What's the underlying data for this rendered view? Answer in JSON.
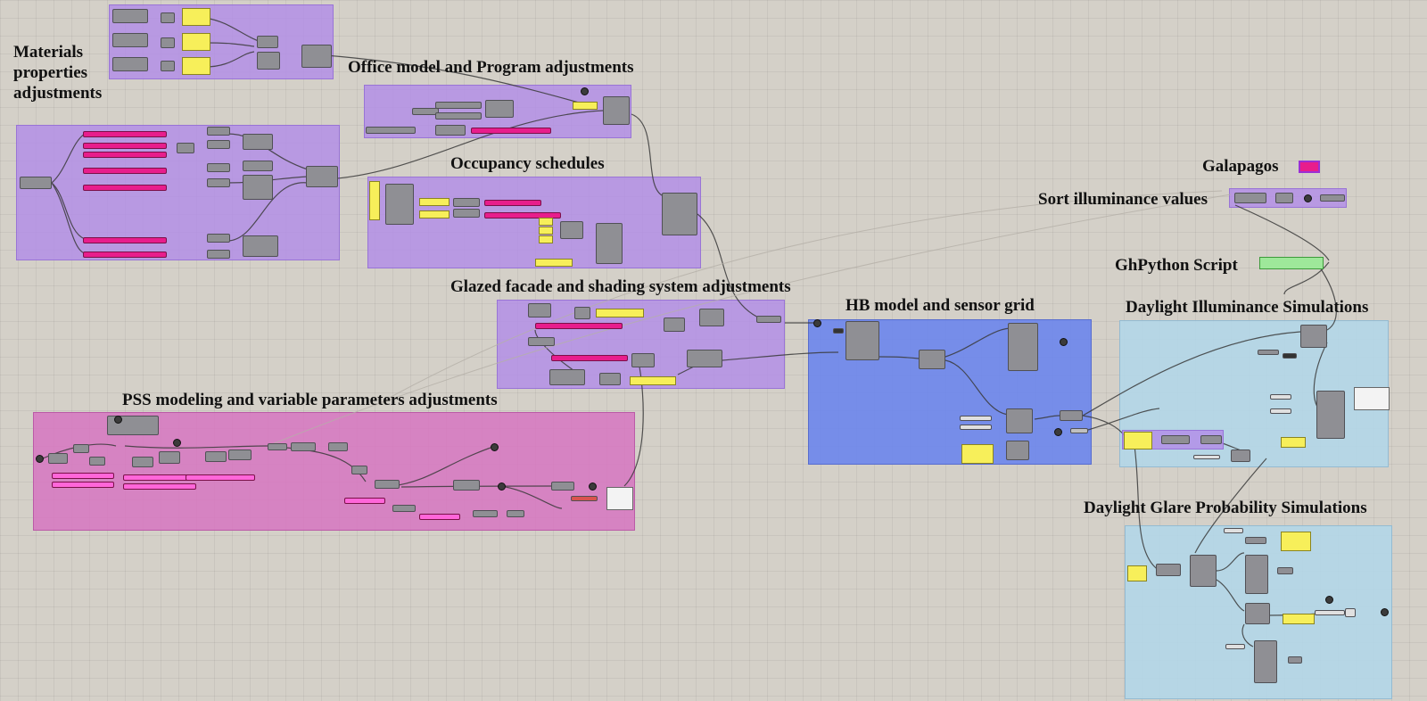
{
  "canvas": {
    "app": "Grasshopper",
    "colors": {
      "background": "#d4d0c8",
      "purple_group": "#b28ce8",
      "blue_group": "#6e87eb",
      "pink_group": "#d678c0",
      "light_blue_group": "#b2d6e8",
      "slider": "#e81d8c",
      "panel": "#f7ef5a",
      "wire": "#3a3a3a"
    }
  },
  "groups": {
    "materials": {
      "title": "Materials\nproperties\nadjustments"
    },
    "office": {
      "title": "Office model and Program adjustments"
    },
    "occupancy": {
      "title": "Occupancy schedules"
    },
    "glazed": {
      "title": "Glazed facade and shading system adjustments"
    },
    "pss": {
      "title": "PSS modeling and variable parameters adjustments"
    },
    "hb": {
      "title": "HB model and sensor grid"
    },
    "galapagos": {
      "title": "Galapagos"
    },
    "sort": {
      "title": "Sort illuminance values"
    },
    "ghpython": {
      "title": "GhPython Script"
    },
    "illuminance": {
      "title": "Daylight Illuminance Simulations"
    },
    "glare": {
      "title": "Daylight Glare Probability Simulations"
    }
  }
}
